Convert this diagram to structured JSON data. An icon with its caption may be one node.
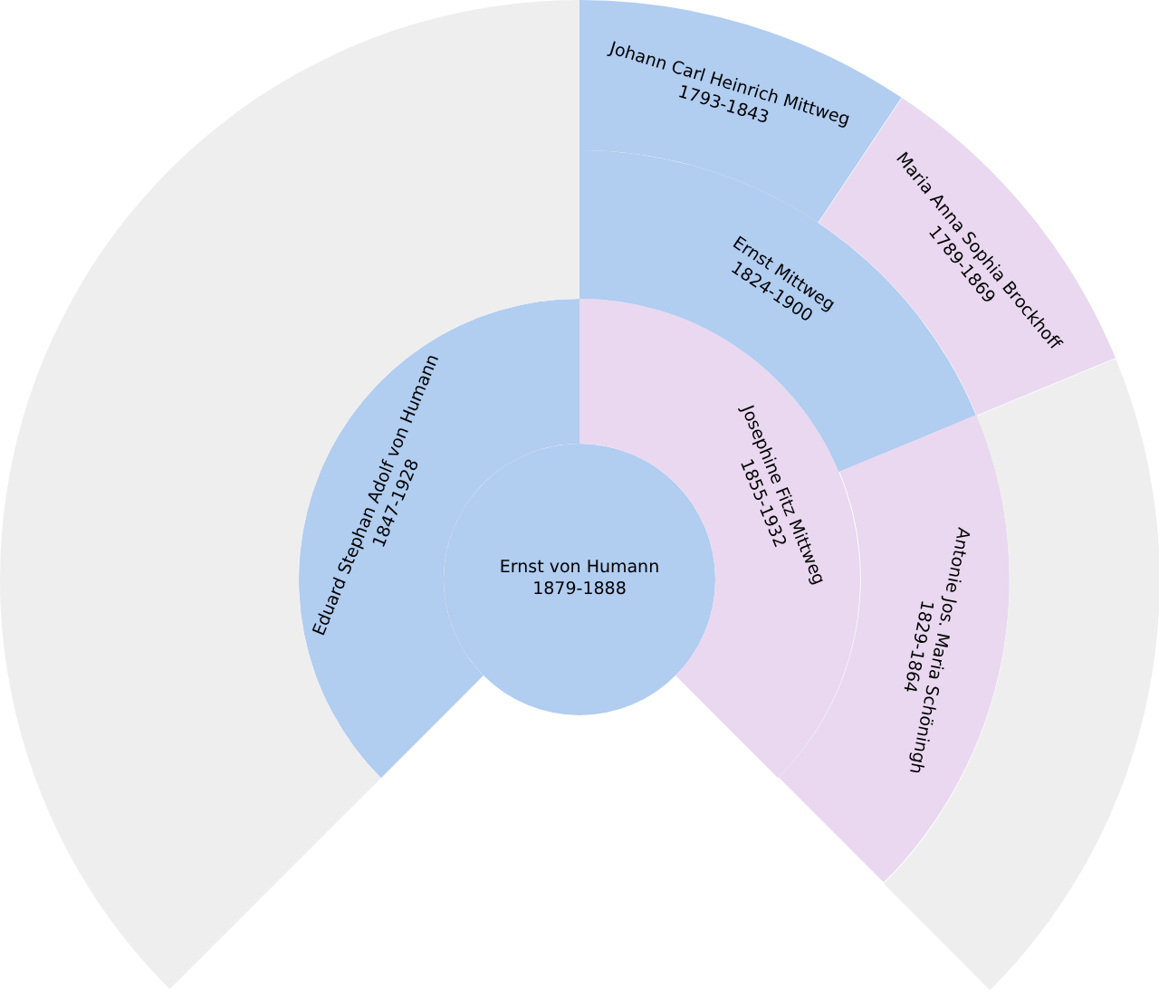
{
  "diagram": {
    "nodes": [
      {
        "text": [
          "Ernst von Humann",
          "1879-1888"
        ]
      },
      {
        "text": [
          "Eduard Stephan Adolf von Humann",
          "1847-1928"
        ]
      },
      {
        "text": [
          "Josephine Fitz Mittweg",
          "1855-1932"
        ]
      },
      {
        "text": [
          "Ernst Mittweg",
          "1824-1900"
        ]
      },
      {
        "text": [
          "Antonie Jos. Maria Schöningh",
          "1829-1864"
        ]
      },
      {
        "text": [
          "Johann Carl Heinrich Mittweg",
          "1793-1843"
        ]
      },
      {
        "text": [
          "Maria Anna Sophia Brockhoff",
          "1789-1869"
        ]
      },
      {
        "text": [],
        "shape": "sector"
      },
      {
        "text": [],
        "shape": "sector"
      }
    ]
  }
}
